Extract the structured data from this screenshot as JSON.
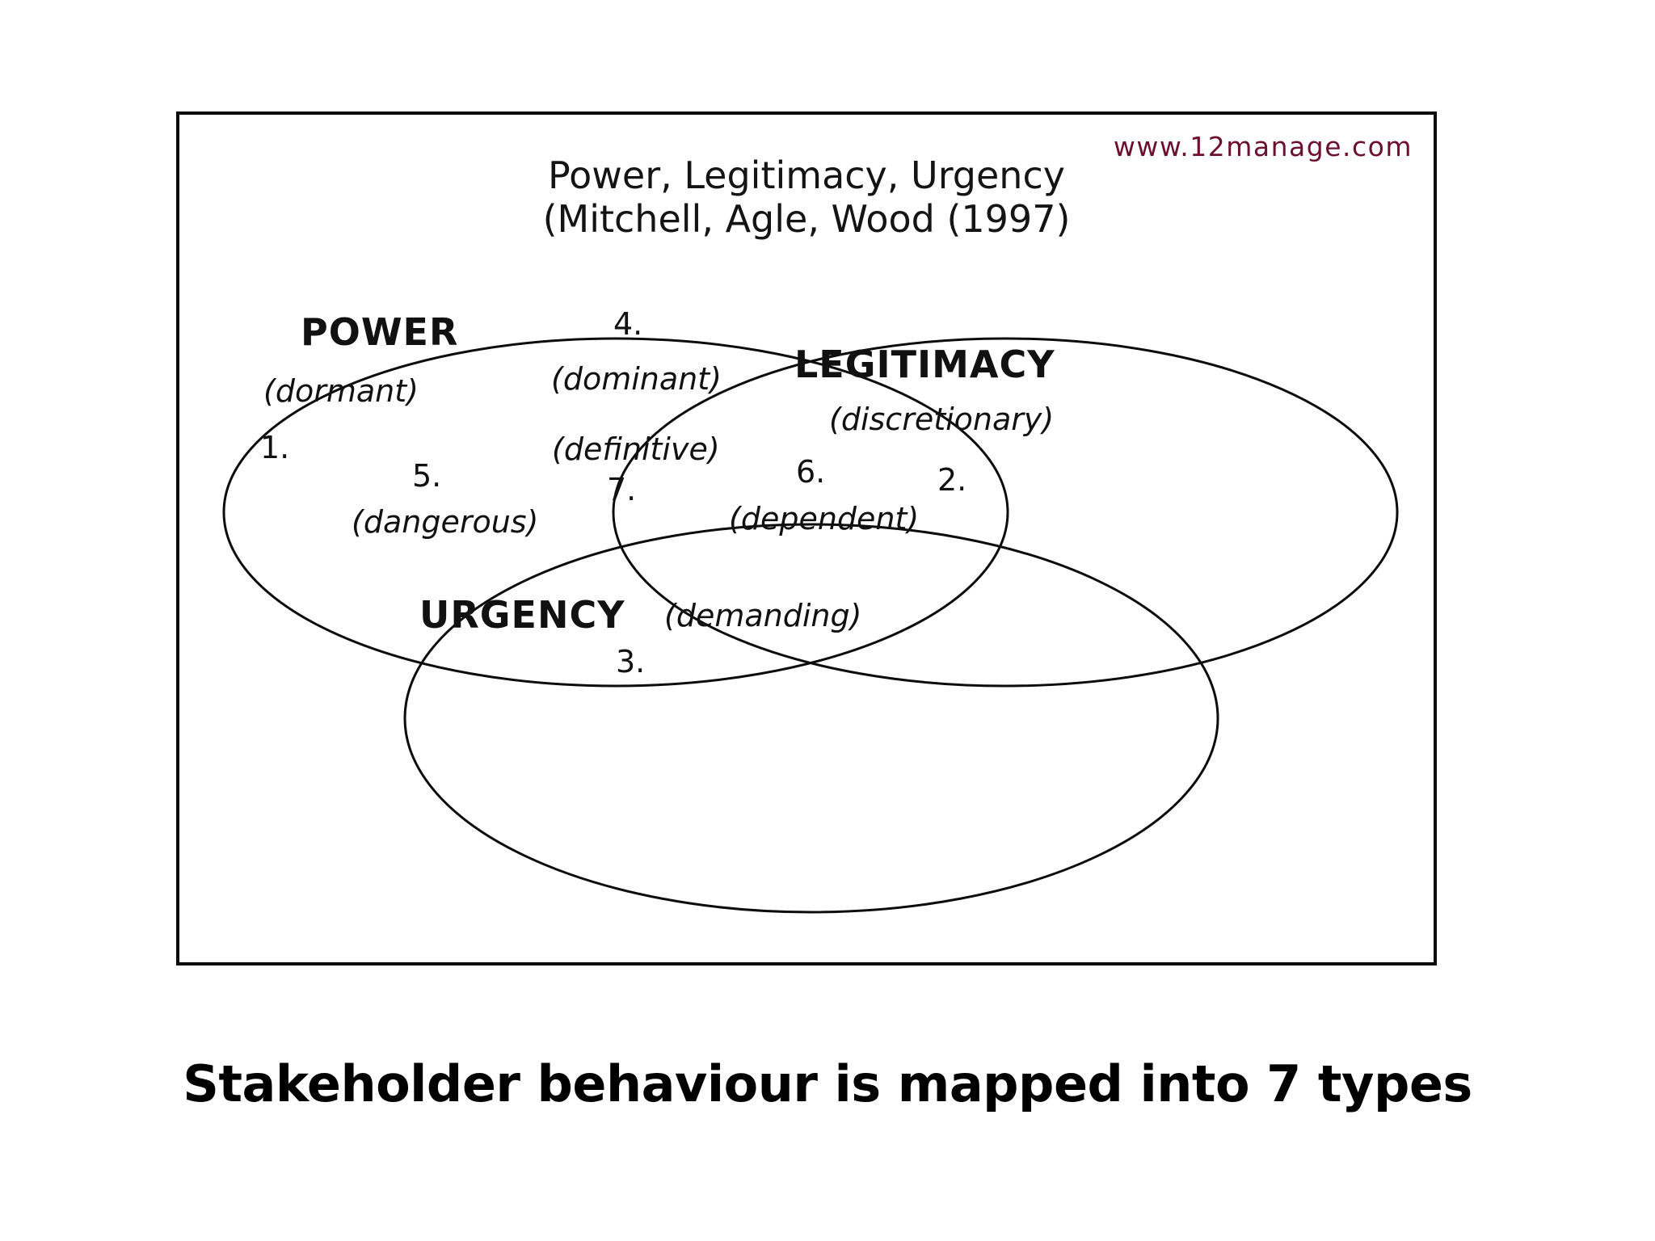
{
  "figure": {
    "watermark": "www.12manage.com",
    "title_line1": "Power, Legitimacy, Urgency",
    "title_line2": "(Mitchell, Agle, Wood (1997)"
  },
  "venn": {
    "sets": [
      {
        "id": "power",
        "name": "POWER"
      },
      {
        "id": "legitimacy",
        "name": "LEGITIMACY"
      },
      {
        "id": "urgency",
        "name": "URGENCY"
      }
    ],
    "regions": [
      {
        "number": "1.",
        "type": "(dormant)",
        "region": "power-only"
      },
      {
        "number": "2.",
        "type": "(discretionary)",
        "region": "legitimacy-only"
      },
      {
        "number": "3.",
        "type": "(demanding)",
        "region": "urgency-only"
      },
      {
        "number": "4.",
        "type": "(dominant)",
        "region": "power-legitimacy"
      },
      {
        "number": "5.",
        "type": "(dangerous)",
        "region": "power-urgency"
      },
      {
        "number": "6.",
        "type": "(dependent)",
        "region": "legitimacy-urgency"
      },
      {
        "number": "7.",
        "type": "(definitive)",
        "region": "power-legitimacy-urgency"
      }
    ]
  },
  "caption": "Stakeholder behaviour is mapped into 7 types",
  "colors": {
    "watermark": "#6b1030",
    "stroke": "#0c0c0c",
    "text": "#111111",
    "background": "#ffffff"
  }
}
